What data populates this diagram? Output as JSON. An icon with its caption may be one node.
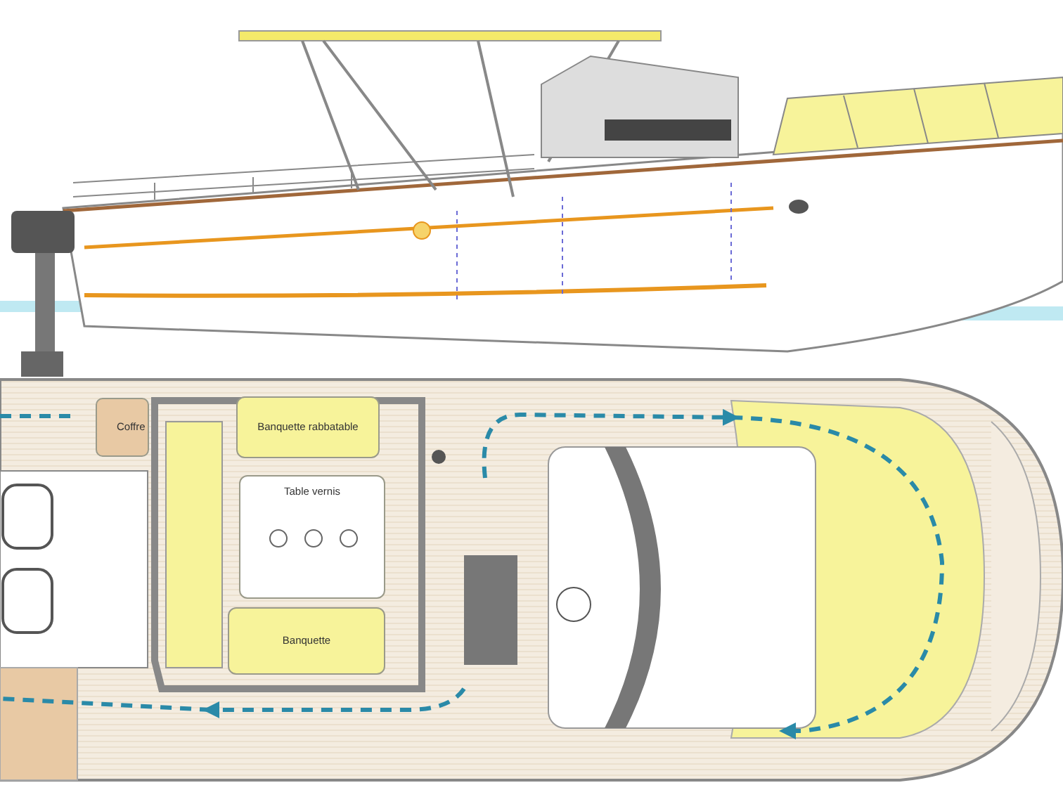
{
  "diagram": {
    "nodes": [
      {
        "text": [
          "Coffre"
        ]
      },
      {
        "text": [
          "Banquette rabbatable"
        ]
      },
      {
        "text": [
          "Table vernis"
        ]
      },
      {
        "text": [
          "Banquette"
        ]
      }
    ]
  }
}
